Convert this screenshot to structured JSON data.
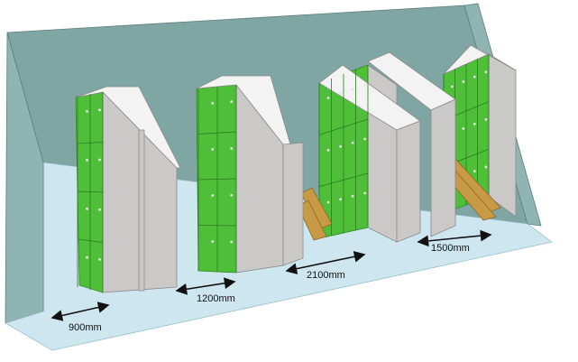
{
  "colors": {
    "floor": "#cde6f0",
    "back_wall": "#7fa6a3",
    "side_wall": "#90b4b1",
    "locker_front": "#4fbf3a",
    "locker_side": "#cbc9c8",
    "locker_top": "#f3f3f3",
    "bench": "#c89a45",
    "arrow": "#111111"
  },
  "dimensions": [
    {
      "label": "900mm"
    },
    {
      "label": "1200mm"
    },
    {
      "label": "2100mm"
    },
    {
      "label": "1500mm"
    }
  ],
  "locker_banks": [
    {
      "name": "bank-1",
      "columns": 2,
      "tiers": 4
    },
    {
      "name": "bank-2",
      "columns": 2,
      "tiers": 4
    },
    {
      "name": "bank-3",
      "columns": 4,
      "tiers": 3
    },
    {
      "name": "bank-4",
      "columns": 4,
      "tiers": 3
    }
  ]
}
